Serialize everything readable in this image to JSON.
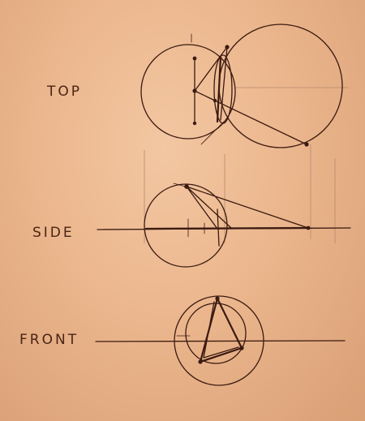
{
  "views": {
    "top": "TOP",
    "side": "SIDE",
    "front": "FRONT"
  },
  "colors": {
    "paper": "#e9b186",
    "ink": "#3b1a10"
  }
}
